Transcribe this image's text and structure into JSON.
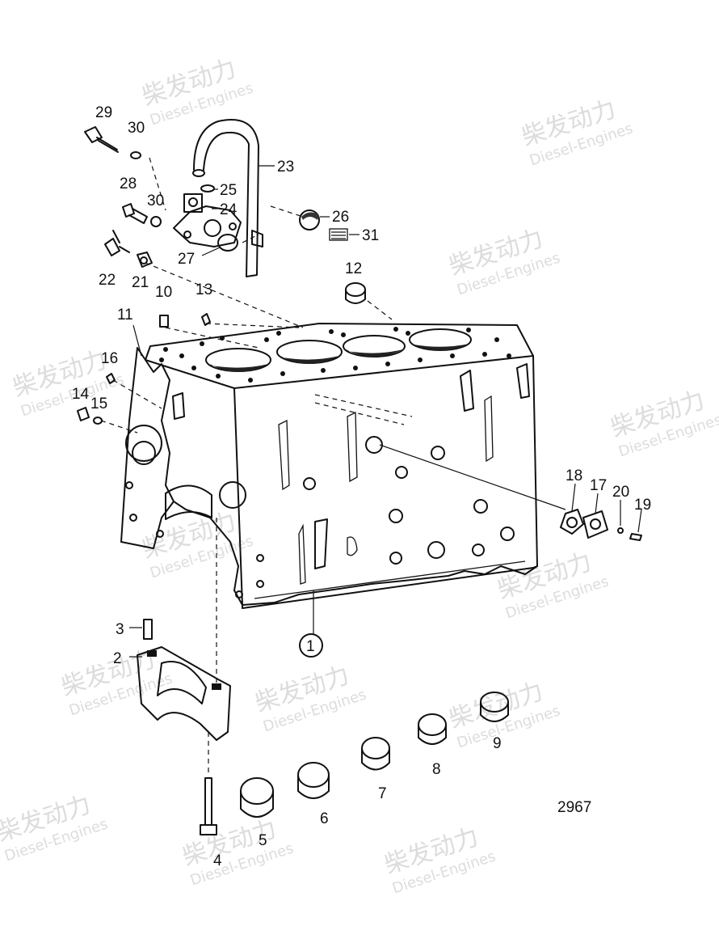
{
  "drawing_number": "2967",
  "watermark": {
    "brand_cn": "柴发动力",
    "brand_en": "Diesel-Engines"
  },
  "callouts": [
    {
      "id": "c1",
      "text": "1"
    },
    {
      "id": "c2",
      "text": "2"
    },
    {
      "id": "c3",
      "text": "3"
    },
    {
      "id": "c4",
      "text": "4"
    },
    {
      "id": "c5",
      "text": "5"
    },
    {
      "id": "c6",
      "text": "6"
    },
    {
      "id": "c7",
      "text": "7"
    },
    {
      "id": "c8",
      "text": "8"
    },
    {
      "id": "c9",
      "text": "9"
    },
    {
      "id": "c10",
      "text": "10"
    },
    {
      "id": "c11",
      "text": "11"
    },
    {
      "id": "c12",
      "text": "12"
    },
    {
      "id": "c13",
      "text": "13"
    },
    {
      "id": "c14",
      "text": "14"
    },
    {
      "id": "c15",
      "text": "15"
    },
    {
      "id": "c16",
      "text": "16"
    },
    {
      "id": "c17",
      "text": "17"
    },
    {
      "id": "c18",
      "text": "18"
    },
    {
      "id": "c19",
      "text": "19"
    },
    {
      "id": "c20",
      "text": "20"
    },
    {
      "id": "c21",
      "text": "21"
    },
    {
      "id": "c22",
      "text": "22"
    },
    {
      "id": "c23",
      "text": "23"
    },
    {
      "id": "c24",
      "text": "24"
    },
    {
      "id": "c25",
      "text": "25"
    },
    {
      "id": "c26",
      "text": "26"
    },
    {
      "id": "c27",
      "text": "27"
    },
    {
      "id": "c28",
      "text": "28"
    },
    {
      "id": "c29",
      "text": "29"
    },
    {
      "id": "c30a",
      "text": "30"
    },
    {
      "id": "c30b",
      "text": "30"
    },
    {
      "id": "c31",
      "text": "31"
    }
  ]
}
